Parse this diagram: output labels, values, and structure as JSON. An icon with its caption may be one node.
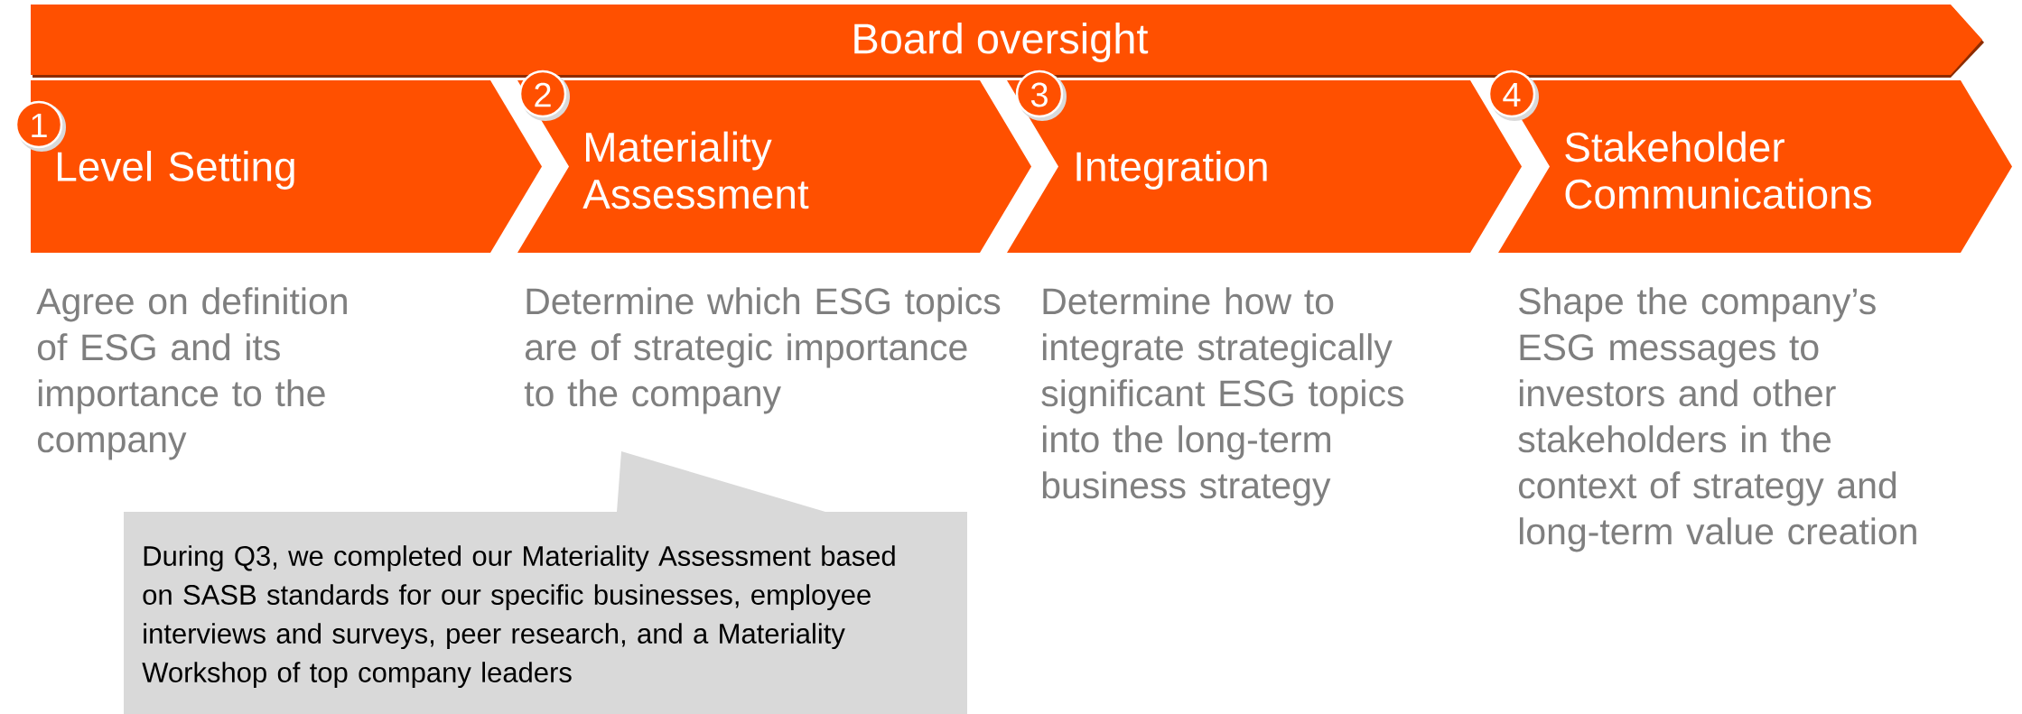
{
  "diagram": {
    "nodes": [
      {
        "text": [
          "Board oversight"
        ]
      },
      {
        "text": [
          "Level Setting"
        ]
      },
      {
        "text": [
          "1"
        ]
      },
      {
        "text": [
          "Materiality Assessment"
        ]
      },
      {
        "text": [
          "2"
        ]
      },
      {
        "text": [
          "Integration"
        ]
      },
      {
        "text": [
          "3"
        ]
      },
      {
        "text": [
          "Stakeholder Communications"
        ]
      },
      {
        "text": [
          "4"
        ]
      },
      {
        "text": [
          "During Q3, we completed our Materiality Assessment based on SASB standards for our specific businesses, employee interviews and surveys, peer research, and a Materiality Workshop of top company leaders"
        ]
      }
    ],
    "labels": [
      "Agree on definition of ESG and its importance to the company",
      "Determine which ESG topics are of strategic importance to the company",
      "Determine how to integrate strategically significant ESG topics into the long-term business strategy",
      "Shape the company’s ESG messages to investors and other stakeholders in the context of strategy and long-term value creation"
    ]
  }
}
